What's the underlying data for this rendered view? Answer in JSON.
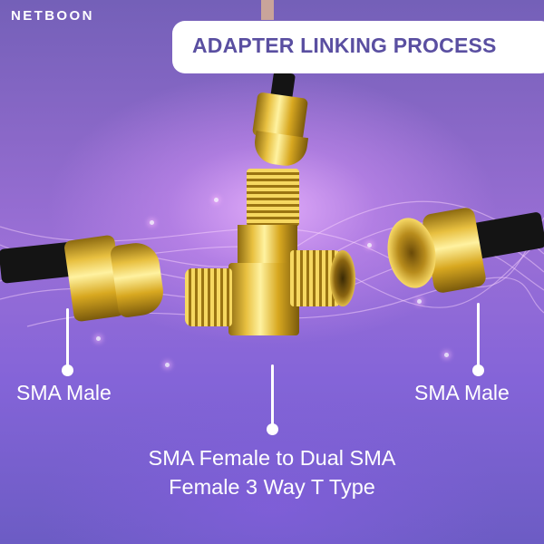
{
  "brand": {
    "name": "NETBOON"
  },
  "header": {
    "title": "ADAPTER LINKING PROCESS"
  },
  "labels": {
    "left": "SMA Male",
    "right": "SMA Male",
    "center_line1": "SMA Female to Dual SMA",
    "center_line2": "Female 3 Way T Type"
  },
  "components": [
    {
      "name": "SMA Male connector (top)",
      "type": "sma-male"
    },
    {
      "name": "SMA Male connector (left)",
      "type": "sma-male"
    },
    {
      "name": "SMA Male connector (right)",
      "type": "sma-male"
    },
    {
      "name": "SMA Female to Dual SMA Female T adapter",
      "type": "t-adapter"
    }
  ],
  "colors": {
    "background": "#8464d8",
    "title_text": "#5a4fa1",
    "title_card": "#ffffff",
    "label_text": "#ffffff",
    "connector_gold": "#e8c040"
  }
}
